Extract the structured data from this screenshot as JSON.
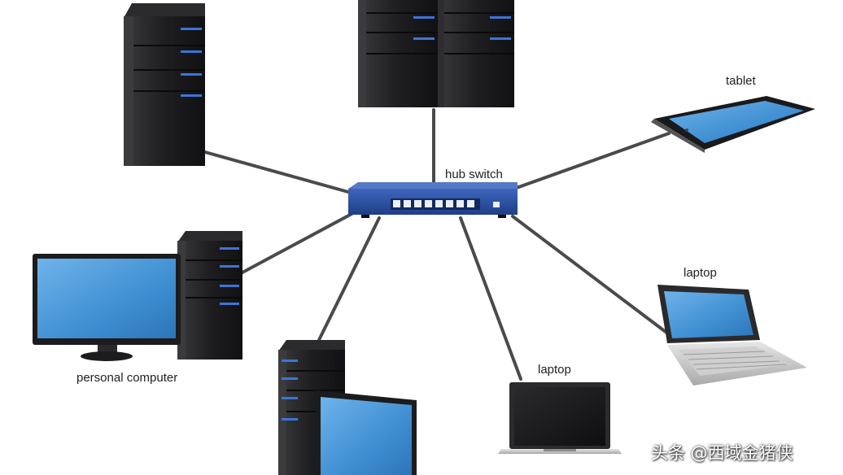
{
  "labels": {
    "hub": "hub switch",
    "tablet": "tablet",
    "laptop_right": "laptop",
    "laptop_bottom": "laptop",
    "pc": "personal computer"
  },
  "watermark": "头条 @西域金猪侠",
  "colors": {
    "tower": "#1c1c1e",
    "tower_led": "#3d74d8",
    "switch": "#2f56a8",
    "cable": "#4a4a4a",
    "screen": "#4b95d6"
  }
}
